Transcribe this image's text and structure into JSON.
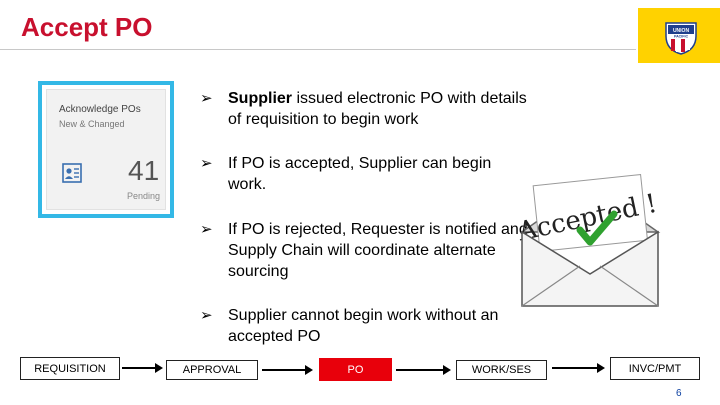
{
  "header": {
    "title": "Accept PO"
  },
  "logo": {
    "name": "union-pacific-shield-icon",
    "text_top": "UNION",
    "text_bottom": "PACIFIC",
    "bg": "#ffd200"
  },
  "tile": {
    "title": "Acknowledge POs",
    "subtitle": "New & Changed",
    "count": "41",
    "count_label": "Pending",
    "icon": "document-person-icon",
    "frame_color": "#33b8e6"
  },
  "bullets": [
    {
      "bold": "Supplier",
      "text": " issued electronic PO with details of requisition to begin work"
    },
    {
      "bold": "",
      "text": "If PO is accepted, Supplier can begin work."
    },
    {
      "bold": "",
      "text": "If PO is rejected, Requester is notified and Supply Chain will coordinate alternate sourcing"
    },
    {
      "bold": "",
      "text": "Supplier cannot begin work without an accepted PO"
    }
  ],
  "envelope": {
    "label": "Accepted !",
    "icon": "envelope-checkmark-icon"
  },
  "flow": {
    "steps": [
      "REQUISITION",
      "APPROVAL",
      "PO",
      "WORK/SES",
      "INVC/PMT"
    ],
    "highlight": "#e8000b"
  },
  "footer": {
    "page_number": "6"
  },
  "colors": {
    "title": "#c8102e",
    "accent_blue": "#33b8e6"
  }
}
